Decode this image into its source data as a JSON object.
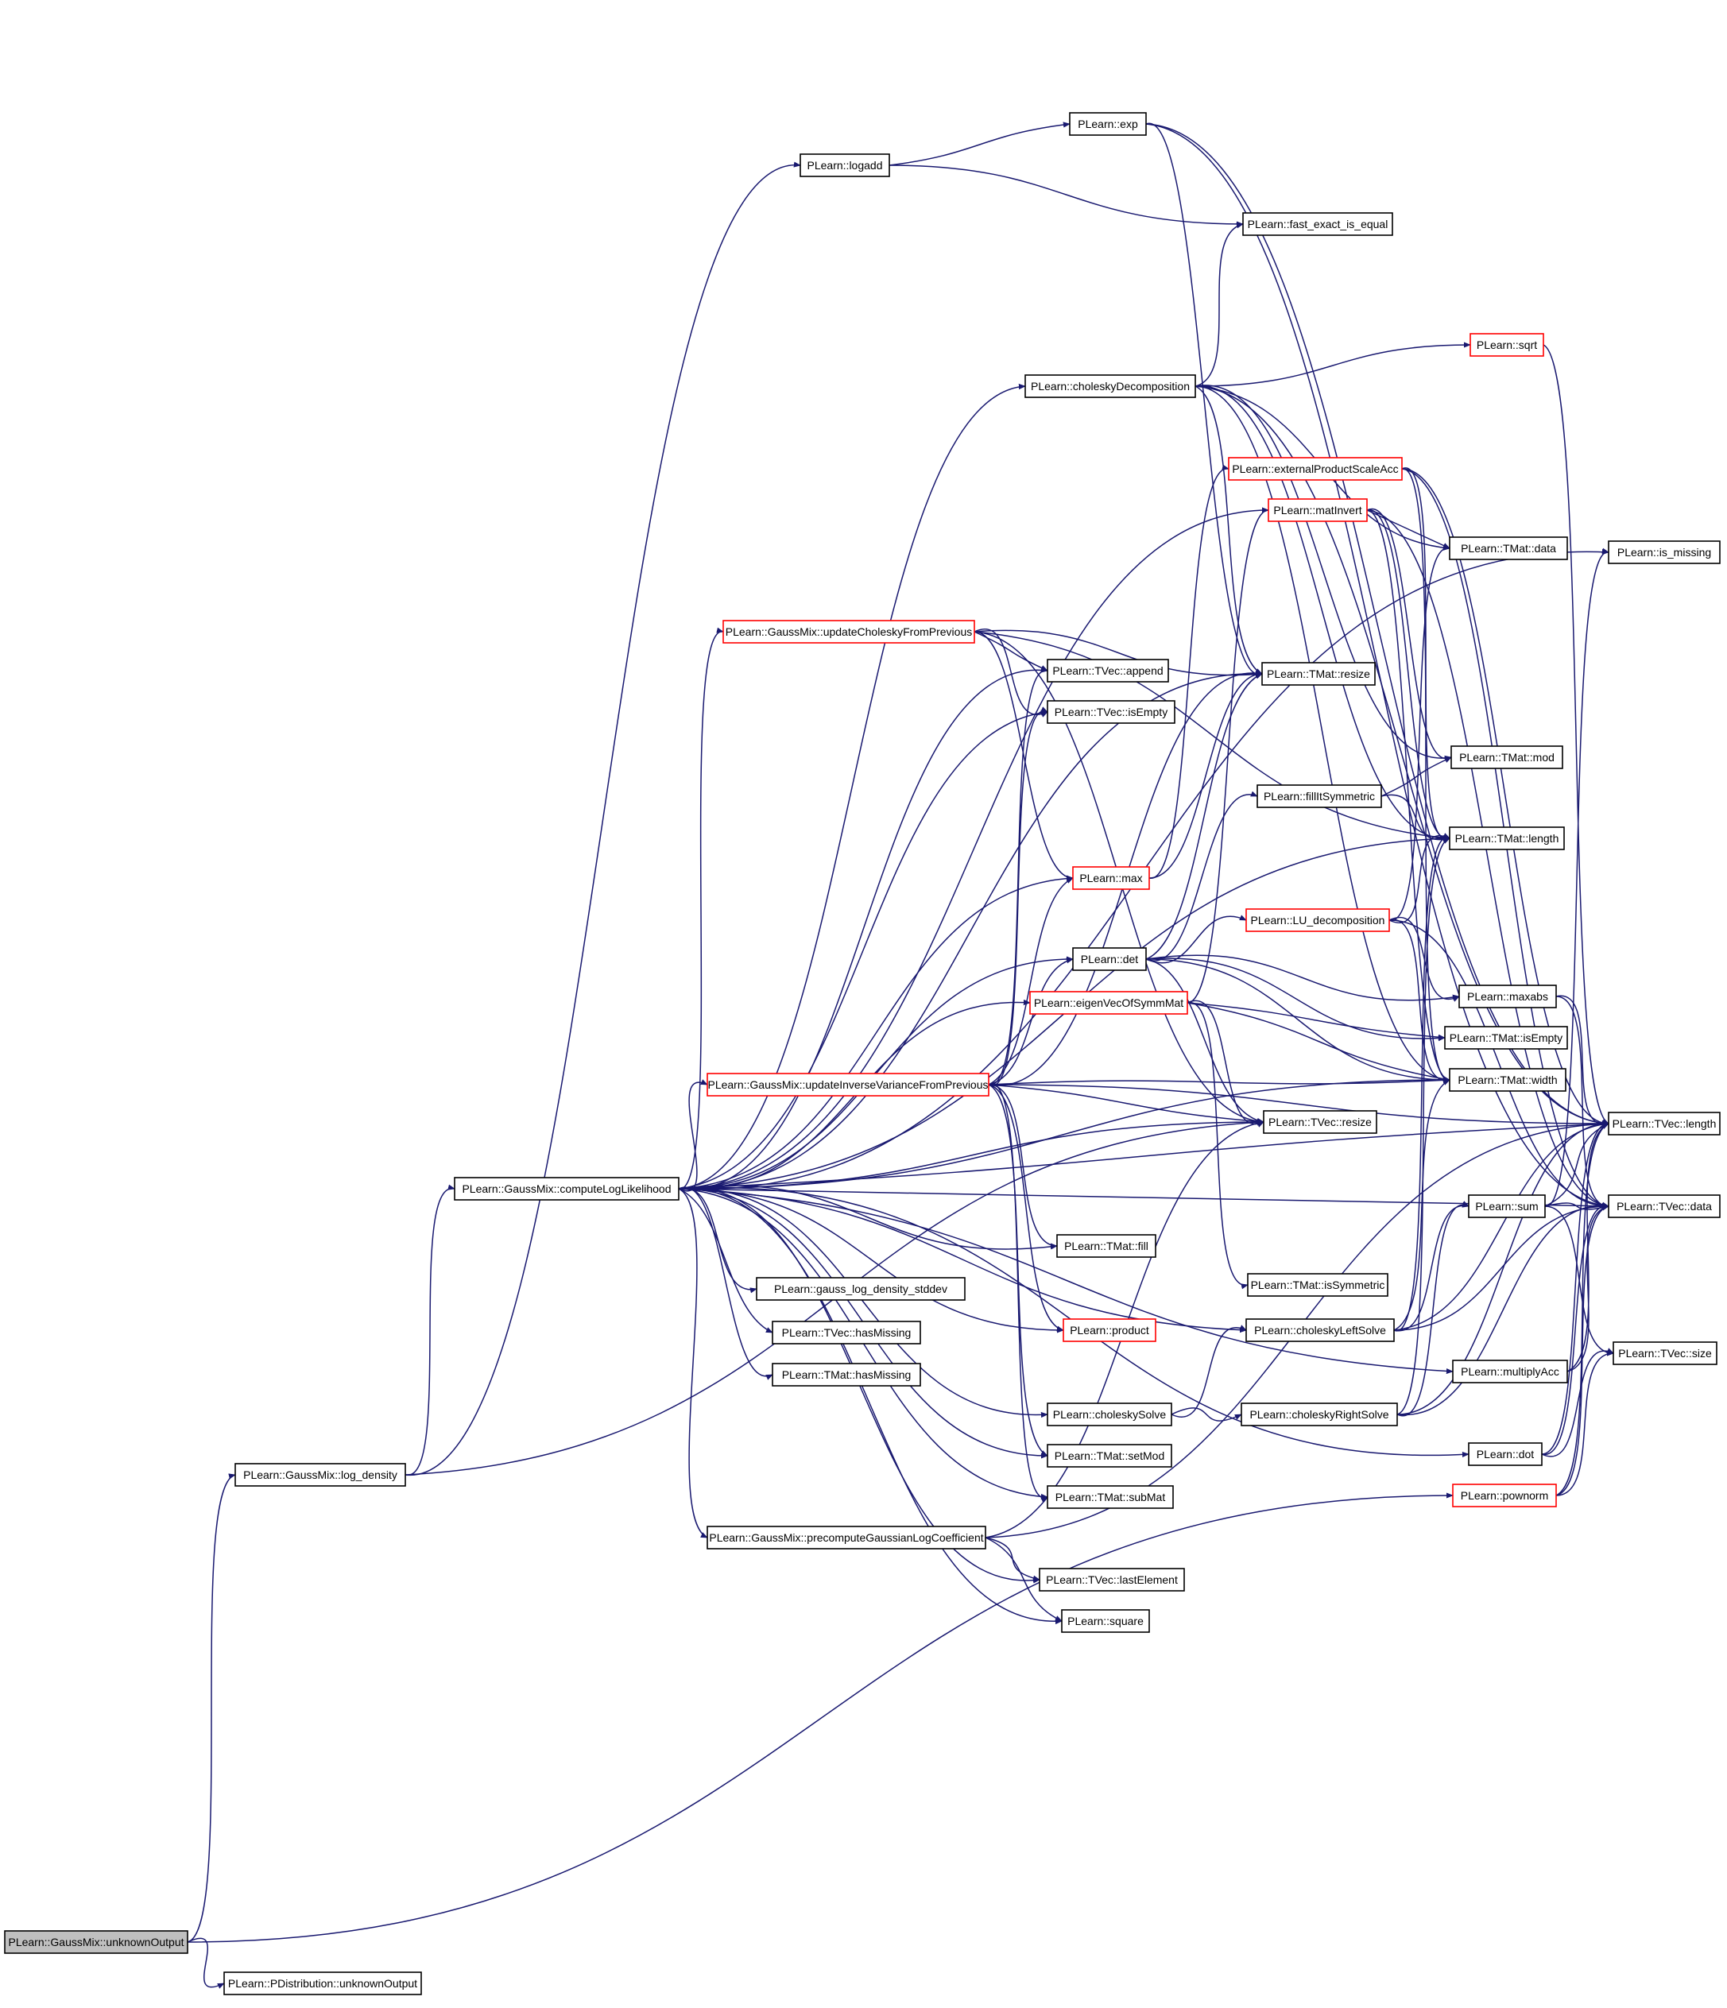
{
  "colors": {
    "edge": "#191970",
    "node_border": "#000000",
    "node_border_truncated": "#ff0000",
    "node_fill": "#ffffff",
    "root_fill": "#bfbfbf",
    "text": "#000000"
  },
  "graph": {
    "nodes": [
      {
        "id": "unknownOutput",
        "label": "PLearn::GaussMix::unknownOutput",
        "kind": "root"
      },
      {
        "id": "pd_unknownOutput",
        "label": "PLearn::PDistribution::unknownOutput",
        "kind": "normal"
      },
      {
        "id": "log_density",
        "label": "PLearn::GaussMix::log_density",
        "kind": "normal"
      },
      {
        "id": "computeLogLikelihood",
        "label": "PLearn::GaussMix::computeLogLikelihood",
        "kind": "normal"
      },
      {
        "id": "logadd",
        "label": "PLearn::logadd",
        "kind": "normal"
      },
      {
        "id": "exp",
        "label": "PLearn::exp",
        "kind": "normal"
      },
      {
        "id": "fast_exact_is_equal",
        "label": "PLearn::fast_exact_is_equal",
        "kind": "normal"
      },
      {
        "id": "sqrt",
        "label": "PLearn::sqrt",
        "kind": "truncated"
      },
      {
        "id": "choleskyDecomposition",
        "label": "PLearn::choleskyDecomposition",
        "kind": "normal"
      },
      {
        "id": "externalProductScaleAcc",
        "label": "PLearn::externalProductScaleAcc",
        "kind": "truncated"
      },
      {
        "id": "matInvert",
        "label": "PLearn::matInvert",
        "kind": "truncated"
      },
      {
        "id": "TMat_data",
        "label": "PLearn::TMat::data",
        "kind": "normal"
      },
      {
        "id": "is_missing",
        "label": "PLearn::is_missing",
        "kind": "normal"
      },
      {
        "id": "updateCholeskyFromPrevious",
        "label": "PLearn::GaussMix::updateCholeskyFromPrevious",
        "kind": "truncated"
      },
      {
        "id": "TVec_append",
        "label": "PLearn::TVec::append",
        "kind": "normal"
      },
      {
        "id": "TMat_resize",
        "label": "PLearn::TMat::resize",
        "kind": "normal"
      },
      {
        "id": "TVec_isEmpty",
        "label": "PLearn::TVec::isEmpty",
        "kind": "normal"
      },
      {
        "id": "TMat_mod",
        "label": "PLearn::TMat::mod",
        "kind": "normal"
      },
      {
        "id": "fillItSymmetric",
        "label": "PLearn::fillItSymmetric",
        "kind": "normal"
      },
      {
        "id": "TMat_length",
        "label": "PLearn::TMat::length",
        "kind": "normal"
      },
      {
        "id": "max",
        "label": "PLearn::max",
        "kind": "truncated"
      },
      {
        "id": "LU_decomposition",
        "label": "PLearn::LU_decomposition",
        "kind": "truncated"
      },
      {
        "id": "det",
        "label": "PLearn::det",
        "kind": "normal"
      },
      {
        "id": "maxabs",
        "label": "PLearn::maxabs",
        "kind": "normal"
      },
      {
        "id": "eigenVecOfSymmMat",
        "label": "PLearn::eigenVecOfSymmMat",
        "kind": "truncated"
      },
      {
        "id": "TMat_isEmpty",
        "label": "PLearn::TMat::isEmpty",
        "kind": "normal"
      },
      {
        "id": "updateInverseVarianceFromPrevious",
        "label": "PLearn::GaussMix::updateInverseVarianceFromPrevious",
        "kind": "truncated"
      },
      {
        "id": "TMat_width",
        "label": "PLearn::TMat::width",
        "kind": "normal"
      },
      {
        "id": "TVec_resize",
        "label": "PLearn::TVec::resize",
        "kind": "normal"
      },
      {
        "id": "TVec_length",
        "label": "PLearn::TVec::length",
        "kind": "normal"
      },
      {
        "id": "sum",
        "label": "PLearn::sum",
        "kind": "normal"
      },
      {
        "id": "TVec_data",
        "label": "PLearn::TVec::data",
        "kind": "normal"
      },
      {
        "id": "TMat_fill",
        "label": "PLearn::TMat::fill",
        "kind": "normal"
      },
      {
        "id": "TMat_isSymmetric",
        "label": "PLearn::TMat::isSymmetric",
        "kind": "normal"
      },
      {
        "id": "gauss_log_density_stddev",
        "label": "PLearn::gauss_log_density_stddev",
        "kind": "normal"
      },
      {
        "id": "product",
        "label": "PLearn::product",
        "kind": "truncated"
      },
      {
        "id": "choleskyLeftSolve",
        "label": "PLearn::choleskyLeftSolve",
        "kind": "normal"
      },
      {
        "id": "TVec_hasMissing",
        "label": "PLearn::TVec::hasMissing",
        "kind": "normal"
      },
      {
        "id": "TVec_size",
        "label": "PLearn::TVec::size",
        "kind": "normal"
      },
      {
        "id": "TMat_hasMissing",
        "label": "PLearn::TMat::hasMissing",
        "kind": "normal"
      },
      {
        "id": "multiplyAcc",
        "label": "PLearn::multiplyAcc",
        "kind": "normal"
      },
      {
        "id": "choleskySolve",
        "label": "PLearn::choleskySolve",
        "kind": "normal"
      },
      {
        "id": "choleskyRightSolve",
        "label": "PLearn::choleskyRightSolve",
        "kind": "normal"
      },
      {
        "id": "dot",
        "label": "PLearn::dot",
        "kind": "normal"
      },
      {
        "id": "TMat_setMod",
        "label": "PLearn::TMat::setMod",
        "kind": "normal"
      },
      {
        "id": "pownorm",
        "label": "PLearn::pownorm",
        "kind": "truncated"
      },
      {
        "id": "TMat_subMat",
        "label": "PLearn::TMat::subMat",
        "kind": "normal"
      },
      {
        "id": "precomputeGaussianLogCoefficient",
        "label": "PLearn::GaussMix::precomputeGaussianLogCoefficient",
        "kind": "normal"
      },
      {
        "id": "TVec_lastElement",
        "label": "PLearn::TVec::lastElement",
        "kind": "normal"
      },
      {
        "id": "square",
        "label": "PLearn::square",
        "kind": "normal"
      }
    ],
    "edges": [
      [
        "unknownOutput",
        "pd_unknownOutput"
      ],
      [
        "unknownOutput",
        "log_density"
      ],
      [
        "unknownOutput",
        "pownorm"
      ],
      [
        "log_density",
        "computeLogLikelihood"
      ],
      [
        "log_density",
        "logadd"
      ],
      [
        "log_density",
        "TVec_resize"
      ],
      [
        "computeLogLikelihood",
        "choleskyDecomposition"
      ],
      [
        "computeLogLikelihood",
        "matInvert"
      ],
      [
        "computeLogLikelihood",
        "updateCholeskyFromPrevious"
      ],
      [
        "computeLogLikelihood",
        "TVec_append"
      ],
      [
        "computeLogLikelihood",
        "TVec_isEmpty"
      ],
      [
        "computeLogLikelihood",
        "max"
      ],
      [
        "computeLogLikelihood",
        "det"
      ],
      [
        "computeLogLikelihood",
        "eigenVecOfSymmMat"
      ],
      [
        "computeLogLikelihood",
        "updateInverseVarianceFromPrevious"
      ],
      [
        "computeLogLikelihood",
        "TMat_fill"
      ],
      [
        "computeLogLikelihood",
        "gauss_log_density_stddev"
      ],
      [
        "computeLogLikelihood",
        "product"
      ],
      [
        "computeLogLikelihood",
        "choleskyLeftSolve"
      ],
      [
        "computeLogLikelihood",
        "TVec_hasMissing"
      ],
      [
        "computeLogLikelihood",
        "TMat_hasMissing"
      ],
      [
        "computeLogLikelihood",
        "choleskySolve"
      ],
      [
        "computeLogLikelihood",
        "TMat_setMod"
      ],
      [
        "computeLogLikelihood",
        "TMat_subMat"
      ],
      [
        "computeLogLikelihood",
        "precomputeGaussianLogCoefficient"
      ],
      [
        "computeLogLikelihood",
        "TVec_lastElement"
      ],
      [
        "computeLogLikelihood",
        "square"
      ],
      [
        "computeLogLikelihood",
        "TVec_resize"
      ],
      [
        "computeLogLikelihood",
        "TMat_resize"
      ],
      [
        "computeLogLikelihood",
        "is_missing"
      ],
      [
        "computeLogLikelihood",
        "TVec_length"
      ],
      [
        "computeLogLikelihood",
        "TMat_length"
      ],
      [
        "computeLogLikelihood",
        "TMat_width"
      ],
      [
        "computeLogLikelihood",
        "TVec_data"
      ],
      [
        "computeLogLikelihood",
        "multiplyAcc"
      ],
      [
        "computeLogLikelihood",
        "dot"
      ],
      [
        "logadd",
        "exp"
      ],
      [
        "logadd",
        "fast_exact_is_equal"
      ],
      [
        "exp",
        "TVec_length"
      ],
      [
        "exp",
        "TVec_data"
      ],
      [
        "exp",
        "TMat_resize"
      ],
      [
        "choleskyDecomposition",
        "fast_exact_is_equal"
      ],
      [
        "choleskyDecomposition",
        "sqrt"
      ],
      [
        "choleskyDecomposition",
        "TMat_data"
      ],
      [
        "choleskyDecomposition",
        "TMat_resize"
      ],
      [
        "choleskyDecomposition",
        "TMat_mod"
      ],
      [
        "choleskyDecomposition",
        "TMat_length"
      ],
      [
        "choleskyDecomposition",
        "TMat_width"
      ],
      [
        "choleskyDecomposition",
        "TVec_length"
      ],
      [
        "sqrt",
        "TVec_length"
      ],
      [
        "externalProductScaleAcc",
        "TMat_length"
      ],
      [
        "externalProductScaleAcc",
        "TMat_width"
      ],
      [
        "externalProductScaleAcc",
        "TVec_length"
      ],
      [
        "externalProductScaleAcc",
        "TVec_data"
      ],
      [
        "matInvert",
        "TMat_data"
      ],
      [
        "matInvert",
        "TMat_mod"
      ],
      [
        "matInvert",
        "TMat_length"
      ],
      [
        "matInvert",
        "TMat_width"
      ],
      [
        "matInvert",
        "TVec_data"
      ],
      [
        "updateCholeskyFromPrevious",
        "TVec_append"
      ],
      [
        "updateCholeskyFromPrevious",
        "TVec_isEmpty"
      ],
      [
        "updateCholeskyFromPrevious",
        "TMat_resize"
      ],
      [
        "updateCholeskyFromPrevious",
        "max"
      ],
      [
        "updateCholeskyFromPrevious",
        "TVec_resize"
      ],
      [
        "updateCholeskyFromPrevious",
        "TMat_length"
      ],
      [
        "fillItSymmetric",
        "TMat_mod"
      ],
      [
        "fillItSymmetric",
        "TMat_length"
      ],
      [
        "max",
        "TMat_resize"
      ],
      [
        "max",
        "externalProductScaleAcc"
      ],
      [
        "LU_decomposition",
        "TMat_length"
      ],
      [
        "LU_decomposition",
        "maxabs"
      ],
      [
        "LU_decomposition",
        "TMat_width"
      ],
      [
        "LU_decomposition",
        "TVec_data"
      ],
      [
        "LU_decomposition",
        "TMat_data"
      ],
      [
        "det",
        "LU_decomposition"
      ],
      [
        "det",
        "maxabs"
      ],
      [
        "det",
        "TMat_isEmpty"
      ],
      [
        "det",
        "TMat_width"
      ],
      [
        "det",
        "TVec_resize"
      ],
      [
        "det",
        "fillItSymmetric"
      ],
      [
        "det",
        "TMat_resize"
      ],
      [
        "maxabs",
        "TVec_length"
      ],
      [
        "maxabs",
        "TVec_data"
      ],
      [
        "eigenVecOfSymmMat",
        "TMat_isEmpty"
      ],
      [
        "eigenVecOfSymmMat",
        "TMat_width"
      ],
      [
        "eigenVecOfSymmMat",
        "TVec_resize"
      ],
      [
        "eigenVecOfSymmMat",
        "TMat_isSymmetric"
      ],
      [
        "eigenVecOfSymmMat",
        "matInvert"
      ],
      [
        "updateInverseVarianceFromPrevious",
        "TVec_append"
      ],
      [
        "updateInverseVarianceFromPrevious",
        "TVec_isEmpty"
      ],
      [
        "updateInverseVarianceFromPrevious",
        "max"
      ],
      [
        "updateInverseVarianceFromPrevious",
        "det"
      ],
      [
        "updateInverseVarianceFromPrevious",
        "TMat_fill"
      ],
      [
        "updateInverseVarianceFromPrevious",
        "TVec_resize"
      ],
      [
        "updateInverseVarianceFromPrevious",
        "TMat_setMod"
      ],
      [
        "updateInverseVarianceFromPrevious",
        "TMat_subMat"
      ],
      [
        "updateInverseVarianceFromPrevious",
        "TMat_width"
      ],
      [
        "updateInverseVarianceFromPrevious",
        "TVec_length"
      ],
      [
        "updateInverseVarianceFromPrevious",
        "product"
      ],
      [
        "updateInverseVarianceFromPrevious",
        "TMat_resize"
      ],
      [
        "sum",
        "TVec_length"
      ],
      [
        "sum",
        "TVec_data"
      ],
      [
        "sum",
        "TVec_size"
      ],
      [
        "sum",
        "is_missing"
      ],
      [
        "choleskyLeftSolve",
        "TMat_length"
      ],
      [
        "choleskyLeftSolve",
        "TMat_width"
      ],
      [
        "choleskyLeftSolve",
        "TVec_length"
      ],
      [
        "choleskyLeftSolve",
        "TVec_data"
      ],
      [
        "choleskyLeftSolve",
        "sum"
      ],
      [
        "choleskySolve",
        "choleskyLeftSolve"
      ],
      [
        "choleskySolve",
        "choleskyRightSolve"
      ],
      [
        "choleskyRightSolve",
        "TMat_length"
      ],
      [
        "choleskyRightSolve",
        "TVec_length"
      ],
      [
        "choleskyRightSolve",
        "TVec_data"
      ],
      [
        "choleskyRightSolve",
        "sum"
      ],
      [
        "multiplyAcc",
        "TVec_length"
      ],
      [
        "multiplyAcc",
        "TVec_data"
      ],
      [
        "dot",
        "TVec_length"
      ],
      [
        "dot",
        "TVec_data"
      ],
      [
        "dot",
        "TVec_size"
      ],
      [
        "pownorm",
        "TVec_length"
      ],
      [
        "pownorm",
        "TVec_data"
      ],
      [
        "pownorm",
        "TVec_size"
      ],
      [
        "precomputeGaussianLogCoefficient",
        "TVec_lastElement"
      ],
      [
        "precomputeGaussianLogCoefficient",
        "square"
      ],
      [
        "precomputeGaussianLogCoefficient",
        "TVec_resize"
      ],
      [
        "precomputeGaussianLogCoefficient",
        "TVec_length"
      ]
    ]
  }
}
